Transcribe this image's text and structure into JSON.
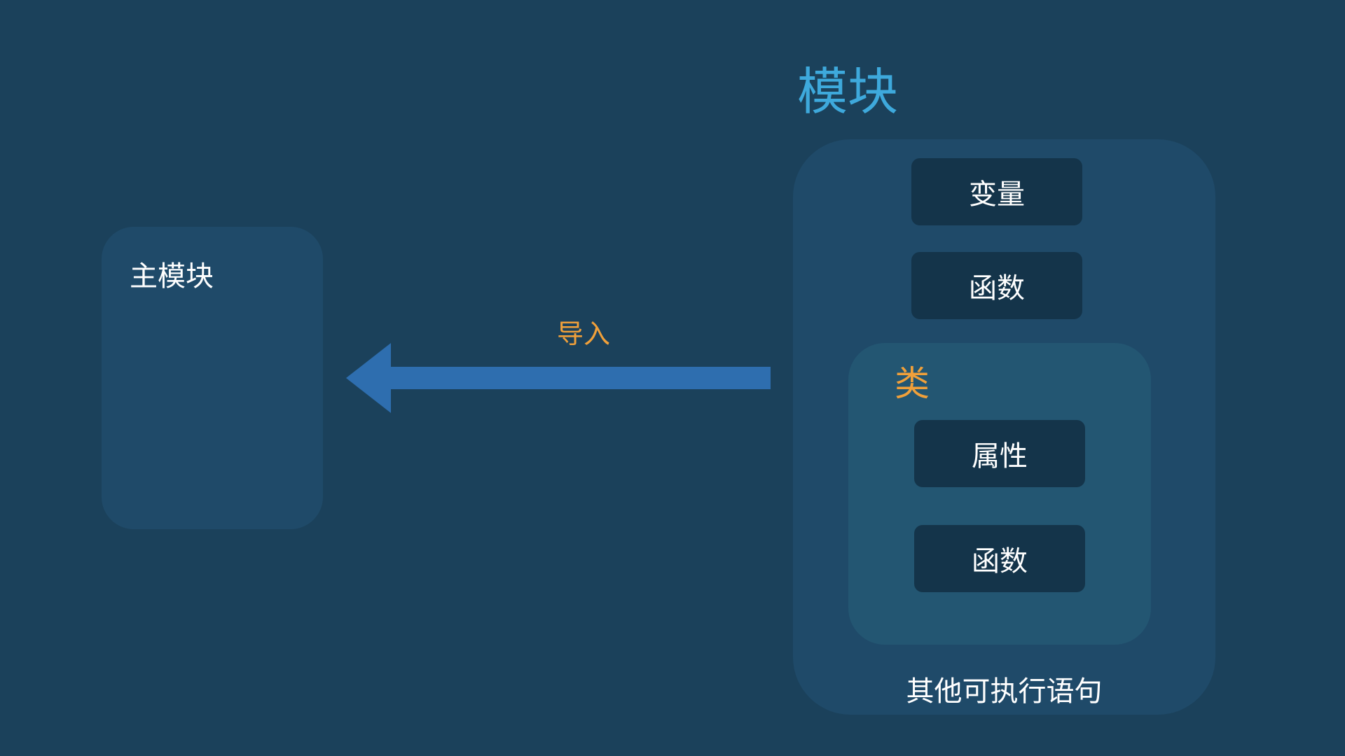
{
  "diagram": {
    "main_module": {
      "label": "主模块"
    },
    "import_arrow": {
      "label": "导入",
      "color": "#2e6eaf"
    },
    "module": {
      "title": "模块",
      "title_color": "#3ea9dc",
      "items": {
        "variable": "变量",
        "function": "函数"
      },
      "class_block": {
        "label": "类",
        "label_color": "#f0a03a",
        "attribute": "属性",
        "method": "函数"
      },
      "other_statements": "其他可执行语句"
    }
  }
}
